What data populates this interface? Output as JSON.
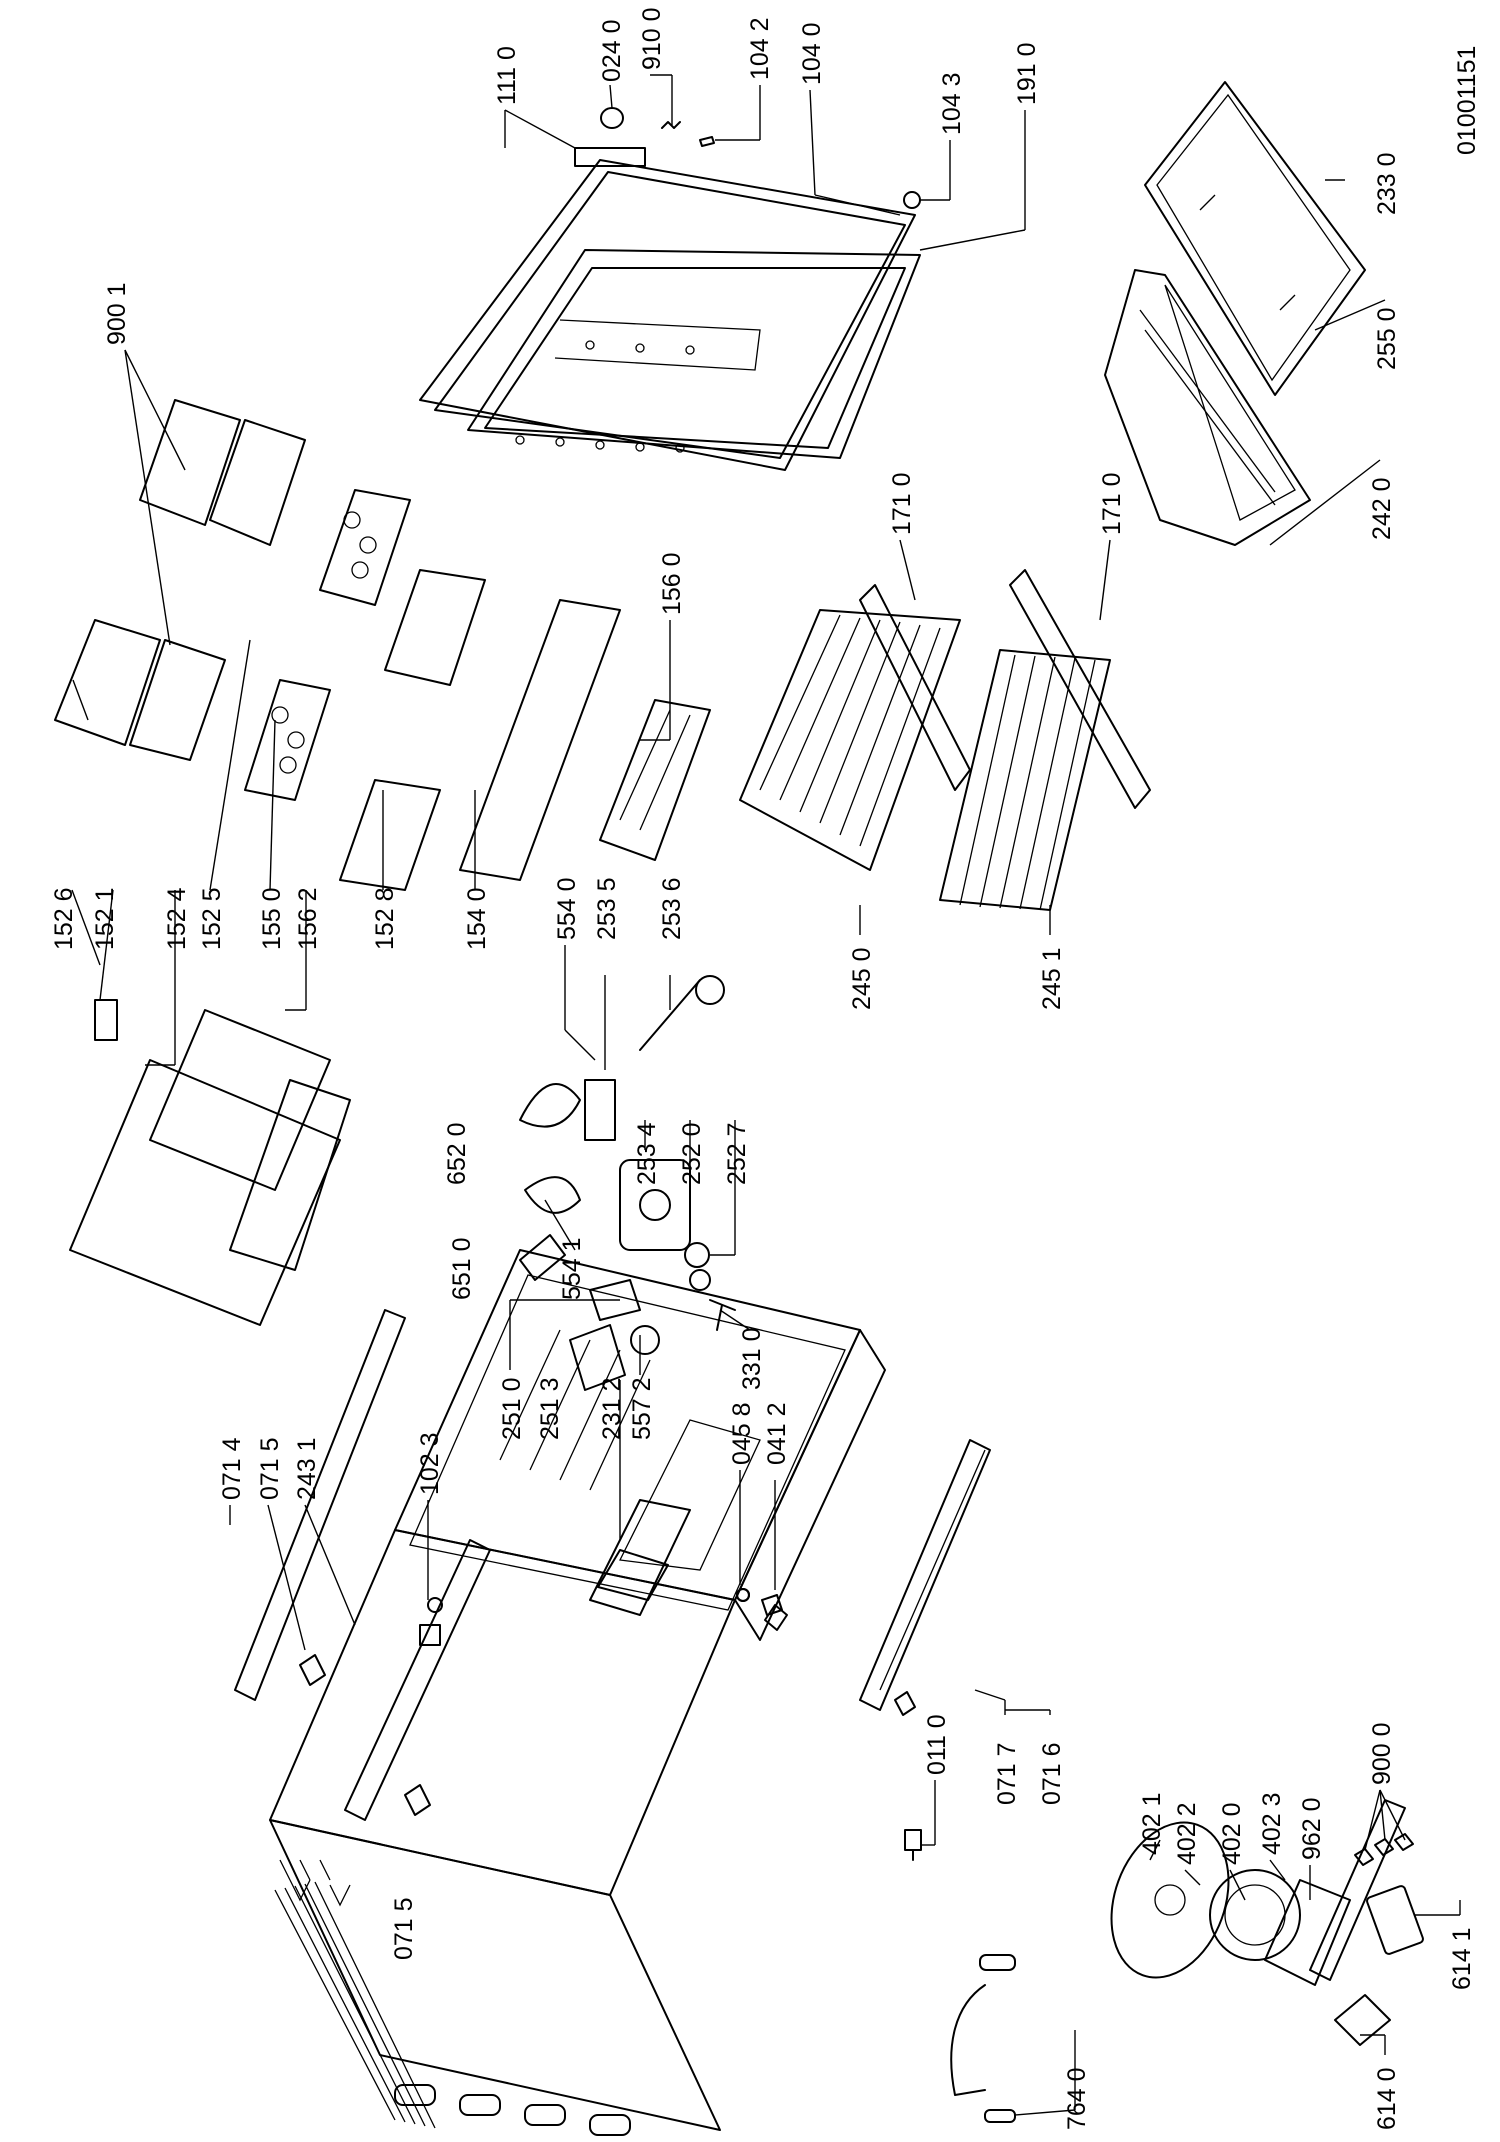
{
  "document_number": "01001151",
  "labels": [
    "152 6",
    "152 1",
    "152 4",
    "152 5",
    "155 0",
    "156 2",
    "152 8",
    "154 0",
    "900 1",
    "111 0",
    "024 0",
    "910 0",
    "104 2",
    "104 0",
    "104 3",
    "191 0",
    "233 0",
    "255 0",
    "242 0",
    "156 0",
    "171 0",
    "171 0",
    "245 0",
    "245 1",
    "554 0",
    "253 5",
    "253 6",
    "652 0",
    "253 4",
    "252 0",
    "252 7",
    "651 0",
    "554 1",
    "331 0",
    "071 4",
    "071 5",
    "243 1",
    "102 3",
    "251 0",
    "251 3",
    "231 2",
    "557 2",
    "045 8",
    "041 2",
    "071 5",
    "011 0",
    "071 7",
    "071 6",
    "402 1",
    "402 2",
    "402 0",
    "402 3",
    "962 0",
    "900 0",
    "614 1",
    "764 0",
    "614 0"
  ]
}
